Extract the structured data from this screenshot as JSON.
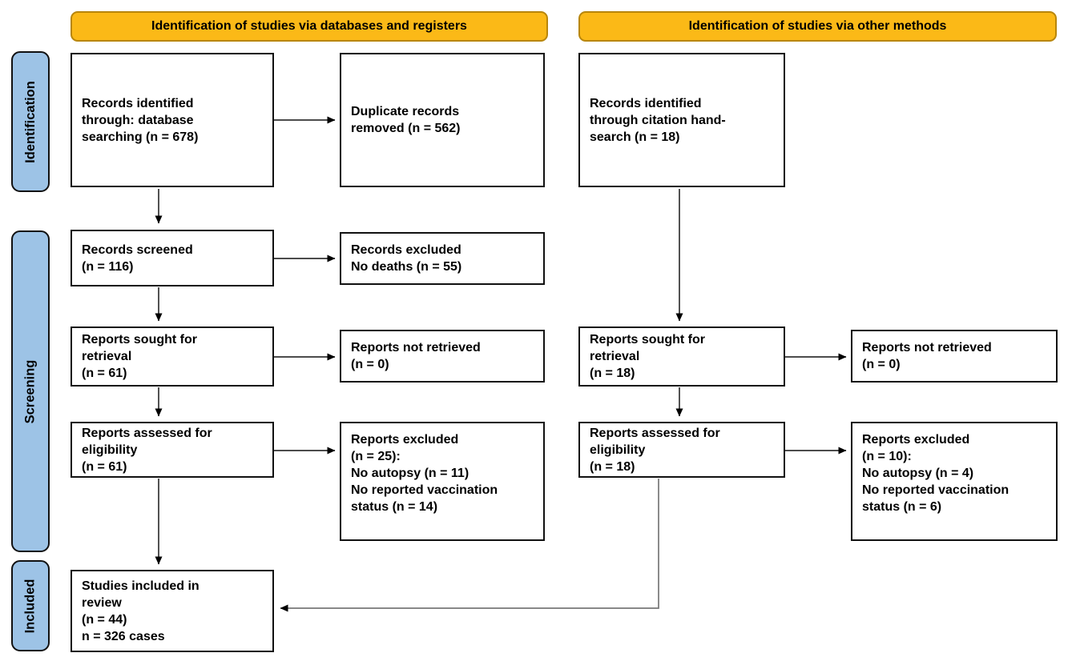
{
  "colors": {
    "header_bg": "#FBB917",
    "header_border": "#B8860B",
    "stage_bg": "#9DC3E6"
  },
  "headers": {
    "databases": "Identification of studies via databases and registers",
    "other_methods": "Identification of studies via other methods"
  },
  "stages": {
    "identification": "Identification",
    "screening": "Screening",
    "included": "Included"
  },
  "boxes": {
    "records_identified_databases": "Records identified\nthrough: database\nsearching (n = 678)",
    "duplicates_removed": "Duplicate records\nremoved (n = 562)",
    "records_screened": "Records screened\n(n = 116)",
    "records_excluded": "Records excluded\nNo deaths (n = 55)",
    "reports_sought_databases": "Reports sought for\nretrieval\n(n = 61)",
    "reports_not_retrieved_databases": "Reports not retrieved\n(n = 0)",
    "reports_assessed_databases": "Reports assessed for\neligibility\n(n = 61)",
    "reports_excluded_databases": "Reports excluded\n(n = 25):\nNo autopsy (n = 11)\nNo reported vaccination\nstatus (n = 14)",
    "studies_included": "Studies included in\nreview\n(n = 44)\nn = 326 cases",
    "records_identified_citation": "Records identified\nthrough citation hand-\nsearch (n = 18)",
    "reports_sought_other": "Reports sought for\nretrieval\n(n = 18)",
    "reports_not_retrieved_other": "Reports not retrieved\n(n = 0)",
    "reports_assessed_other": "Reports assessed for\neligibility\n(n = 18)",
    "reports_excluded_other": "Reports excluded\n(n = 10):\nNo autopsy (n = 4)\nNo reported vaccination\nstatus (n = 6)"
  }
}
